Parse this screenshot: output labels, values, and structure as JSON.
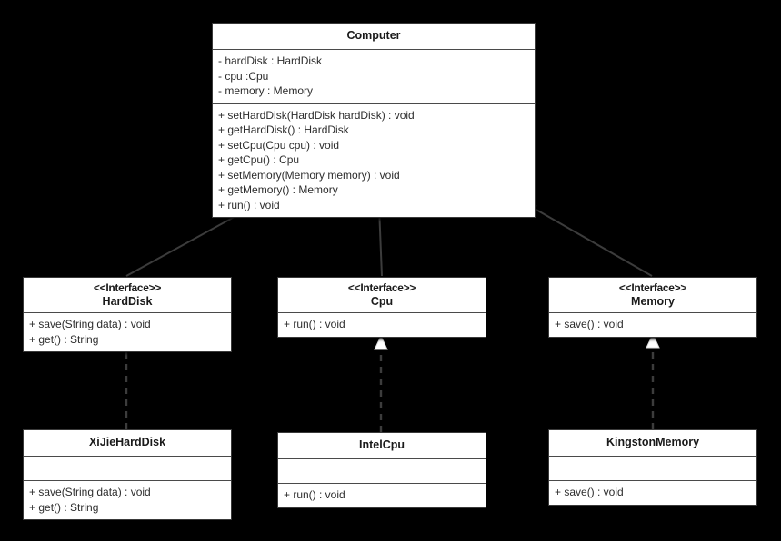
{
  "diagram": {
    "type": "uml-class-diagram",
    "background_color": "#000000",
    "box_fill_color": "#ffffff",
    "box_border_color": "#3a3a3a",
    "connector_color": "#3c3c3c",
    "classes": [
      {
        "id": "computer",
        "name": "Computer",
        "stereotype": "",
        "attributes": [
          "- hardDisk : HardDisk",
          "- cpu :Cpu",
          "- memory : Memory"
        ],
        "methods": [
          "+ setHardDisk(HardDisk hardDisk) : void",
          "+ getHardDisk() : HardDisk",
          "+ setCpu(Cpu cpu) : void",
          "+ getCpu() : Cpu",
          "+ setMemory(Memory memory) : void",
          "+ getMemory() : Memory",
          "+ run() : void"
        ]
      },
      {
        "id": "harddisk",
        "name": "HardDisk",
        "stereotype": "<<Interface>>",
        "attributes": [],
        "methods": [
          "+ save(String data) : void",
          "+ get() : String"
        ]
      },
      {
        "id": "cpu",
        "name": "Cpu",
        "stereotype": "<<Interface>>",
        "attributes": [],
        "methods": [
          "+ run() : void"
        ]
      },
      {
        "id": "memory",
        "name": "Memory",
        "stereotype": "<<Interface>>",
        "attributes": [],
        "methods": [
          "+ save() : void"
        ]
      },
      {
        "id": "xijieharddisk",
        "name": "XiJieHardDisk",
        "stereotype": "",
        "attributes": [],
        "methods": [
          "+ save(String data) : void",
          "+ get() : String"
        ]
      },
      {
        "id": "intelcpu",
        "name": "IntelCpu",
        "stereotype": "",
        "attributes": [],
        "methods": [
          "+ run() : void"
        ]
      },
      {
        "id": "kingstonmemory",
        "name": "KingstonMemory",
        "stereotype": "",
        "attributes": [],
        "methods": [
          "+ save() : void"
        ]
      }
    ],
    "relationships": [
      {
        "kind": "composition",
        "from": "computer",
        "to": "harddisk",
        "arrowhead": "filled-diamond",
        "line": "solid"
      },
      {
        "kind": "composition",
        "from": "computer",
        "to": "cpu",
        "arrowhead": "filled-diamond",
        "line": "solid"
      },
      {
        "kind": "composition",
        "from": "computer",
        "to": "memory",
        "arrowhead": "filled-diamond",
        "line": "solid"
      },
      {
        "kind": "realization",
        "from": "xijieharddisk",
        "to": "harddisk",
        "arrowhead": "hollow-triangle",
        "line": "dashed"
      },
      {
        "kind": "realization",
        "from": "intelcpu",
        "to": "cpu",
        "arrowhead": "hollow-triangle",
        "line": "dashed"
      },
      {
        "kind": "realization",
        "from": "kingstonmemory",
        "to": "memory",
        "arrowhead": "hollow-triangle",
        "line": "dashed"
      }
    ]
  }
}
